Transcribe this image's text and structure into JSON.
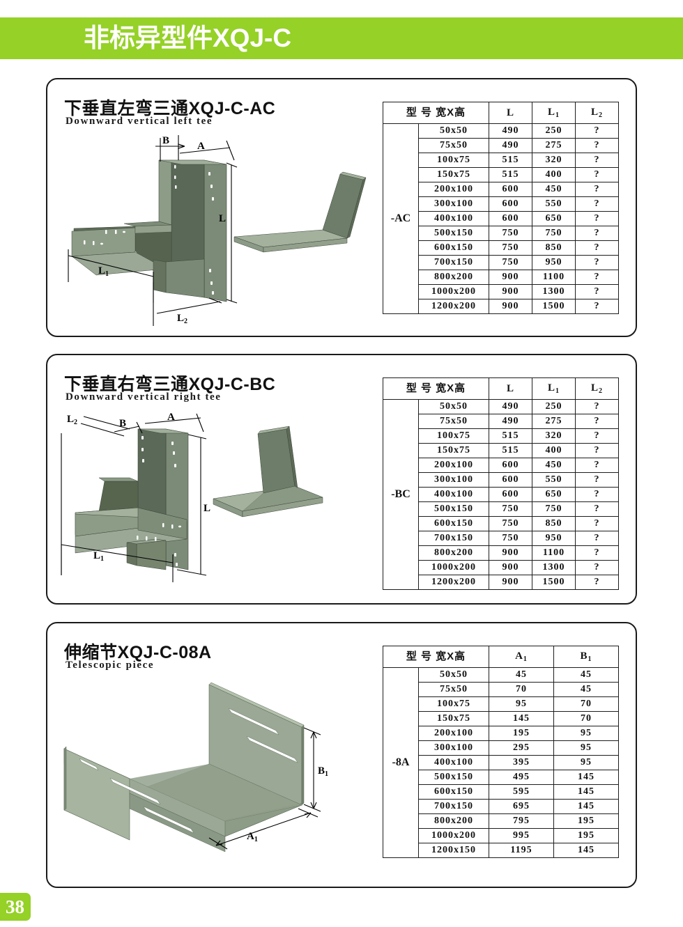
{
  "header": {
    "title": "非标异型件XQJ-C",
    "band_color": "#95d127"
  },
  "page": {
    "number": "38",
    "badge_color": "#95d127"
  },
  "common": {
    "table_headers": {
      "model": "型  号    宽X高",
      "L": "L",
      "L1": "L",
      "L1_sub": "1",
      "L2": "L",
      "L2_sub": "2",
      "A1": "A",
      "A1_sub": "1",
      "B1": "B",
      "B1_sub": "1"
    },
    "dim_labels": {
      "A": "A",
      "B": "B",
      "L": "L",
      "L1": "L",
      "L1_sub": "1",
      "L2": "L",
      "L2_sub": "2",
      "A1": "A",
      "A1_sub": "1",
      "B1": "B",
      "B1_sub": "1"
    }
  },
  "panels": [
    {
      "id": "panel-1",
      "title": "下垂直左弯三通XQJ-C-AC",
      "subtitle": "Downward vertical left tee",
      "series": "-AC",
      "columns": [
        "型  号    宽X高",
        "L",
        "L1",
        "L2"
      ],
      "rows": [
        {
          "size": "50x50",
          "L": "490",
          "L1": "250",
          "L2": "?"
        },
        {
          "size": "75x50",
          "L": "490",
          "L1": "275",
          "L2": "?"
        },
        {
          "size": "100x75",
          "L": "515",
          "L1": "320",
          "L2": "?"
        },
        {
          "size": "150x75",
          "L": "515",
          "L1": "400",
          "L2": "?"
        },
        {
          "size": "200x100",
          "L": "600",
          "L1": "450",
          "L2": "?"
        },
        {
          "size": "300x100",
          "L": "600",
          "L1": "550",
          "L2": "?"
        },
        {
          "size": "400x100",
          "L": "600",
          "L1": "650",
          "L2": "?"
        },
        {
          "size": "500x150",
          "L": "750",
          "L1": "750",
          "L2": "?"
        },
        {
          "size": "600x150",
          "L": "750",
          "L1": "850",
          "L2": "?"
        },
        {
          "size": "700x150",
          "L": "750",
          "L1": "950",
          "L2": "?"
        },
        {
          "size": "800x200",
          "L": "900",
          "L1": "1100",
          "L2": "?"
        },
        {
          "size": "1000x200",
          "L": "900",
          "L1": "1300",
          "L2": "?"
        },
        {
          "size": "1200x200",
          "L": "900",
          "L1": "1500",
          "L2": "?"
        }
      ]
    },
    {
      "id": "panel-2",
      "title": "下垂直右弯三通XQJ-C-BC",
      "subtitle": "Downward vertical right tee",
      "series": "-BC",
      "columns": [
        "型  号    宽X高",
        "L",
        "L1",
        "L2"
      ],
      "rows": [
        {
          "size": "50x50",
          "L": "490",
          "L1": "250",
          "L2": "?"
        },
        {
          "size": "75x50",
          "L": "490",
          "L1": "275",
          "L2": "?"
        },
        {
          "size": "100x75",
          "L": "515",
          "L1": "320",
          "L2": "?"
        },
        {
          "size": "150x75",
          "L": "515",
          "L1": "400",
          "L2": "?"
        },
        {
          "size": "200x100",
          "L": "600",
          "L1": "450",
          "L2": "?"
        },
        {
          "size": "300x100",
          "L": "600",
          "L1": "550",
          "L2": "?"
        },
        {
          "size": "400x100",
          "L": "600",
          "L1": "650",
          "L2": "?"
        },
        {
          "size": "500x150",
          "L": "750",
          "L1": "750",
          "L2": "?"
        },
        {
          "size": "600x150",
          "L": "750",
          "L1": "850",
          "L2": "?"
        },
        {
          "size": "700x150",
          "L": "750",
          "L1": "950",
          "L2": "?"
        },
        {
          "size": "800x200",
          "L": "900",
          "L1": "1100",
          "L2": "?"
        },
        {
          "size": "1000x200",
          "L": "900",
          "L1": "1300",
          "L2": "?"
        },
        {
          "size": "1200x200",
          "L": "900",
          "L1": "1500",
          "L2": "?"
        }
      ]
    },
    {
      "id": "panel-3",
      "title": "伸缩节XQJ-C-08A",
      "subtitle": "Telescopic piece",
      "series": "-8A",
      "columns": [
        "型  号    宽X高",
        "A1",
        "B1"
      ],
      "rows": [
        {
          "size": "50x50",
          "A1": "45",
          "B1": "45"
        },
        {
          "size": "75x50",
          "A1": "70",
          "B1": "45"
        },
        {
          "size": "100x75",
          "A1": "95",
          "B1": "70"
        },
        {
          "size": "150x75",
          "A1": "145",
          "B1": "70"
        },
        {
          "size": "200x100",
          "A1": "195",
          "B1": "95"
        },
        {
          "size": "300x100",
          "A1": "295",
          "B1": "95"
        },
        {
          "size": "400x100",
          "A1": "395",
          "B1": "95"
        },
        {
          "size": "500x150",
          "A1": "495",
          "B1": "145"
        },
        {
          "size": "600x150",
          "A1": "595",
          "B1": "145"
        },
        {
          "size": "700x150",
          "A1": "695",
          "B1": "145"
        },
        {
          "size": "800x200",
          "A1": "795",
          "B1": "195"
        },
        {
          "size": "1000x200",
          "A1": "995",
          "B1": "195"
        },
        {
          "size": "1200x150",
          "A1": "1195",
          "B1": "145"
        }
      ]
    }
  ],
  "colors": {
    "metal_light": "#a8b6a0",
    "metal_mid": "#8d9c87",
    "metal_dark": "#6d7c68",
    "metal_darkest": "#4c5a49",
    "outline": "#2b2b2b"
  }
}
